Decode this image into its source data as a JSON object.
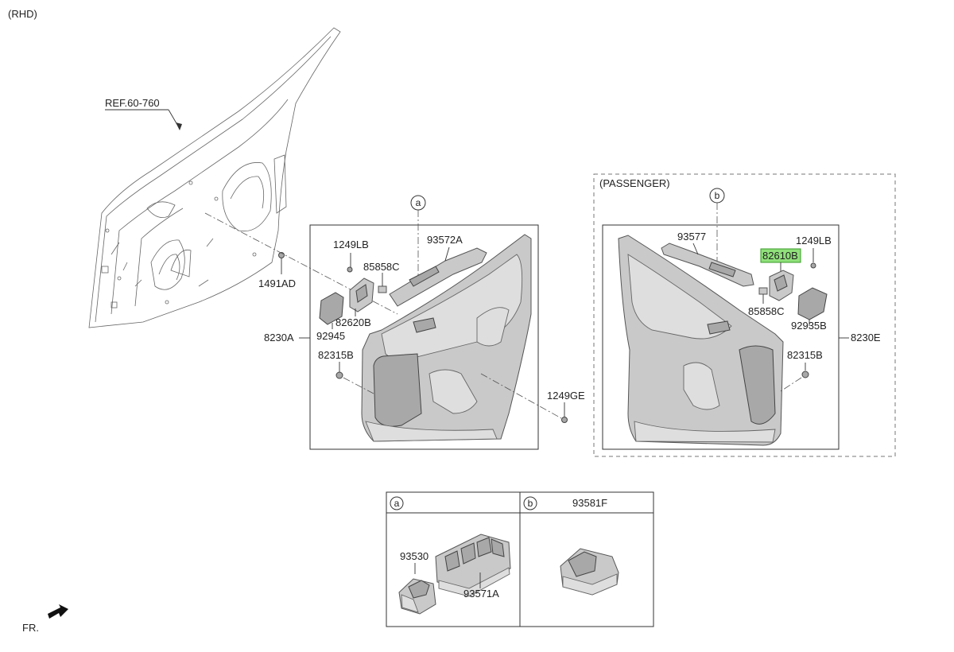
{
  "header": {
    "variant": "(RHD)"
  },
  "passenger_section": {
    "title": "(PASSENGER)"
  },
  "callouts": {
    "a": "a",
    "b": "b"
  },
  "labels": {
    "ref": "REF.60-760",
    "p1491AD": "1491AD",
    "p1249LB_left": "1249LB",
    "p93572A": "93572A",
    "p85858C_left": "85858C",
    "p82620B": "82620B",
    "p92945": "92945",
    "p8230A": "8230A",
    "p82315B_left": "82315B",
    "p1249GE": "1249GE",
    "p93577": "93577",
    "p1249LB_right": "1249LB",
    "p82610B": "82610B",
    "p85858C_right": "85858C",
    "p92935B": "92935B",
    "p8230E": "8230E",
    "p82315B_right": "82315B"
  },
  "detail_table": {
    "cell_a": {
      "callout": "a",
      "parts": [
        "93530",
        "93571A"
      ]
    },
    "cell_b": {
      "callout": "b",
      "part_header": "93581F"
    }
  },
  "footer": {
    "direction": "FR."
  },
  "colors": {
    "highlight": "#8fe07a",
    "part_fill": "#c9c9c9",
    "line": "#333333"
  }
}
